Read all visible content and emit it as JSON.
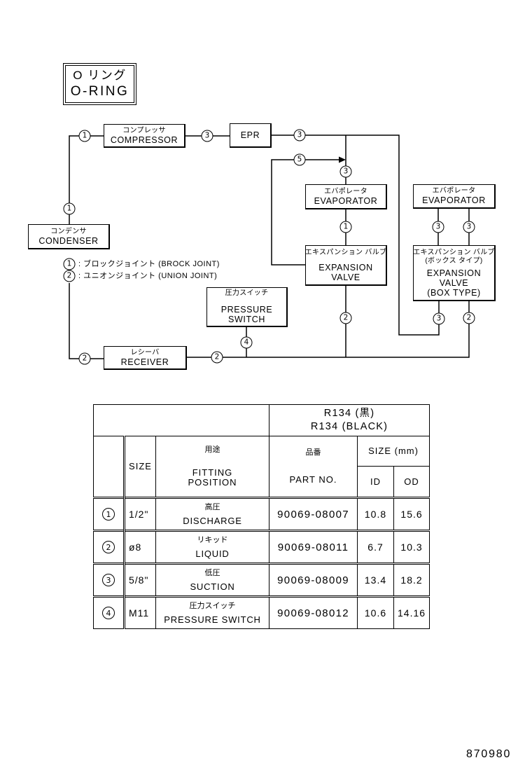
{
  "title": {
    "jp": "O リング",
    "en": "O-RING"
  },
  "components": {
    "compressor": {
      "jp": "コンプレッサ",
      "en": "COMPRESSOR"
    },
    "epr": {
      "en": "EPR"
    },
    "evaporator": {
      "jp": "エバポレータ",
      "en": "EVAPORATOR"
    },
    "evaporator_box_type": {
      "jp": "エバポレータ",
      "en": "EVAPORATOR"
    },
    "condenser": {
      "jp": "コンデンサ",
      "en": "CONDENSER"
    },
    "expansion_valve": {
      "jp": "エキスパンション バルブ",
      "en_1": "EXPANSION",
      "en_2": "VALVE"
    },
    "expansion_valve_box_type": {
      "jp_1": "エキスパンション バルブ",
      "jp_2": "(ボックス タイプ)",
      "en_1": "EXPANSION",
      "en_2": "VALVE",
      "en_3": "(BOX TYPE)"
    },
    "pressure_switch": {
      "jp": "圧力スイッチ",
      "en_1": "PRESSURE",
      "en_2": "SWITCH"
    },
    "receiver": {
      "jp": "レシーバ",
      "en": "RECEIVER"
    }
  },
  "markers": {
    "compressor_left": "1",
    "compressor_right": "3",
    "epr_right": "3",
    "bypass": "5",
    "evaporator_top": "3",
    "evaporator_bottom": "1",
    "valve_bottom": "2",
    "box_evaporator_left": "3",
    "box_evaporator_right": "3",
    "box_valve_left": "3",
    "box_valve_right": "2",
    "condenser_top": "1",
    "receiver_left": "2",
    "pressure_switch": "4",
    "receiver_right": "2"
  },
  "legend": [
    {
      "num": "1",
      "text": ": ブロックジョイント (BROCK JOINT)"
    },
    {
      "num": "2",
      "text": ": ユニオンジョイント (UNION JOINT)"
    }
  ],
  "table": {
    "refrigerant_jp": "R134 (黒)",
    "refrigerant_en": "R134 (BLACK)",
    "col_size": "SIZE",
    "col_fitting_jp": "用途",
    "col_fitting_en_1": "FITTING",
    "col_fitting_en_2": "POSITION",
    "col_part_jp": "品番",
    "col_part_en": "PART NO.",
    "col_size_mm": "SIZE (mm)",
    "col_id": "ID",
    "col_od": "OD",
    "rows": [
      {
        "num": "1",
        "size": "1/2\"",
        "fitting_jp": "高圧",
        "fitting_en": "DISCHARGE",
        "part_no": "90069-08007",
        "id": "10.8",
        "od": "15.6"
      },
      {
        "num": "2",
        "size": "ø8",
        "fitting_jp": "リキッド",
        "fitting_en": "LIQUID",
        "part_no": "90069-08011",
        "id": "6.7",
        "od": "10.3"
      },
      {
        "num": "3",
        "size": "5/8\"",
        "fitting_jp": "低圧",
        "fitting_en": "SUCTION",
        "part_no": "90069-08009",
        "id": "13.4",
        "od": "18.2"
      },
      {
        "num": "4",
        "size": "M11",
        "fitting_jp": "圧力スイッチ",
        "fitting_en": "PRESSURE SWITCH",
        "part_no": "90069-08012",
        "id": "10.6",
        "od": "14.16"
      }
    ]
  },
  "drawing_number": "870980"
}
